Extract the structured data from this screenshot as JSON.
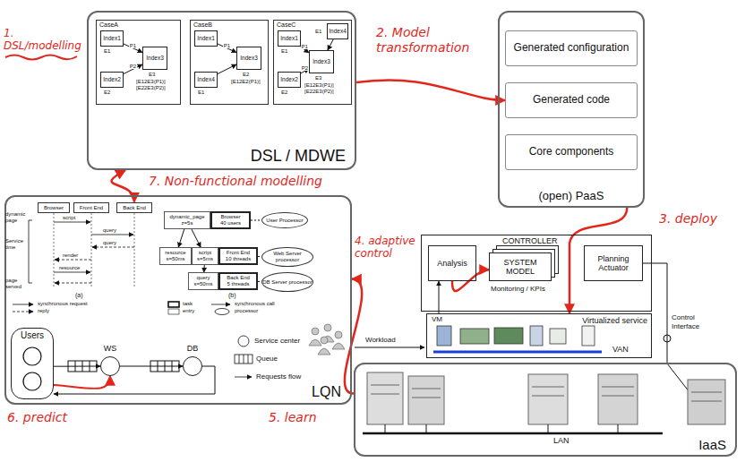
{
  "diagram": {
    "nodes": [
      {
        "text": [
          "DSL / MDWE"
        ]
      },
      {
        "text": [
          "CaseA"
        ],
        "in": 0
      },
      {
        "text": [
          "Index1"
        ],
        "in": 1
      },
      {
        "text": [
          "Index2"
        ],
        "in": 1
      },
      {
        "text": [
          "Index3"
        ],
        "in": 1
      },
      {
        "text": [
          "CaseB"
        ],
        "in": 0
      },
      {
        "text": [
          "Index1"
        ],
        "in": 5
      },
      {
        "text": [
          "Index4"
        ],
        "in": 5
      },
      {
        "text": [
          "Index3"
        ],
        "in": 5
      },
      {
        "text": [
          "CaseC"
        ],
        "in": 0
      },
      {
        "text": [
          "Index1"
        ],
        "in": 9
      },
      {
        "text": [
          "Index2"
        ],
        "in": 9
      },
      {
        "text": [
          "Index3"
        ],
        "in": 9
      },
      {
        "text": [
          "Index4"
        ],
        "in": 9
      },
      {
        "text": [
          "(open) PaaS"
        ]
      },
      {
        "text": [
          "Generated configuration"
        ],
        "in": 14
      },
      {
        "text": [
          "Generated code"
        ],
        "in": 14
      },
      {
        "text": [
          "Core components"
        ],
        "in": 14
      },
      {
        "text": [
          "CONTROLLER"
        ]
      },
      {
        "text": [
          "Analysis"
        ],
        "in": 18
      },
      {
        "text": [
          "SYSTEM MODEL"
        ],
        "in": 18
      },
      {
        "text": [
          "Planning Actuator"
        ],
        "in": 18
      },
      {
        "text": [
          "Virtualized service"
        ]
      },
      {
        "text": [
          "IaaS"
        ]
      },
      {
        "text": [
          "LQN"
        ]
      },
      {
        "text": [
          "Browser"
        ],
        "in": 24
      },
      {
        "text": [
          "Front End"
        ],
        "in": 24
      },
      {
        "text": [
          "Back End"
        ],
        "in": 24
      },
      {
        "text": [
          "dynamic_page",
          "z=5s"
        ],
        "in": 24
      },
      {
        "text": [
          "Browser",
          "40 users"
        ],
        "in": 24
      },
      {
        "text": [
          "User Processor"
        ],
        "in": 24
      },
      {
        "text": [
          "resource",
          "s=50ms"
        ],
        "in": 24
      },
      {
        "text": [
          "script",
          "s=5ms"
        ],
        "in": 24
      },
      {
        "text": [
          "Front End",
          "10 threads"
        ],
        "in": 24
      },
      {
        "text": [
          "Web Server processor"
        ],
        "in": 24
      },
      {
        "text": [
          "query",
          "s=50ms"
        ],
        "in": 24
      },
      {
        "text": [
          "Back End",
          "5 threads"
        ],
        "in": 24
      },
      {
        "text": [
          "DB Server processor"
        ],
        "in": 24
      },
      {
        "text": [
          "Users"
        ],
        "in": 24
      },
      {
        "text": [
          "WS"
        ],
        "in": 24
      },
      {
        "text": [
          "DB"
        ],
        "in": 24
      }
    ],
    "edges": [
      {
        "from": 2,
        "to": 4,
        "label": "P1",
        "arrow": "to"
      },
      {
        "from": 3,
        "to": 4,
        "label": "P2",
        "arrow": "to"
      },
      {
        "from": 6,
        "to": 8,
        "label": "P1",
        "arrow": "to"
      },
      {
        "from": 7,
        "to": 8,
        "arrow": "to"
      },
      {
        "from": 10,
        "to": 12,
        "label": "P1",
        "arrow": "to"
      },
      {
        "from": 11,
        "to": 12,
        "label": "P2",
        "arrow": "to"
      },
      {
        "from": 13,
        "to": 12,
        "arrow": "to"
      },
      {
        "from": 0,
        "to": 16,
        "arrow": "to"
      },
      {
        "from": 14,
        "to": 22,
        "arrow": "to"
      },
      {
        "from": 19,
        "to": 20,
        "arrow": "to"
      },
      {
        "from": 22,
        "to": 19,
        "arrow": "to"
      },
      {
        "from": 21,
        "to": 23,
        "arrow": "none"
      },
      {
        "from": 23,
        "to": 24,
        "arrow": "to"
      },
      {
        "from": 0,
        "to": 27,
        "arrow": "both"
      },
      {
        "from": 28,
        "to": 31,
        "arrow": "to"
      },
      {
        "from": 28,
        "to": 32,
        "arrow": "to"
      },
      {
        "from": 32,
        "to": 35,
        "arrow": "to"
      },
      {
        "from": 29,
        "to": 30,
        "arrow": "none"
      },
      {
        "from": 33,
        "to": 34,
        "arrow": "none"
      },
      {
        "from": 36,
        "to": 37,
        "arrow": "none"
      },
      {
        "from": 38,
        "to": 39,
        "arrow": "to"
      },
      {
        "from": 39,
        "to": 40,
        "arrow": "to"
      },
      {
        "from": 40,
        "to": 38,
        "arrow": "to"
      },
      {
        "from": 38,
        "to": 39,
        "arrow": "to"
      }
    ],
    "labels": [
      "1. DSL/modelling",
      "2. Model transformation",
      "3. deploy",
      "4. adaptive control",
      "5. learn",
      "6. predict",
      "7. Non-functional modelling",
      "E1",
      "E2",
      "E3",
      "[E12E3(P1)]",
      "[E22E3(P2)]",
      "E1",
      "E2",
      "[E12E2(P1)]",
      "E1",
      "E2",
      "E1",
      "E3",
      "[E12E3(P1)]",
      "[E22E3(P2)]",
      "Monitoring / KPIs",
      "VM",
      "VAN",
      "Workload",
      "Control Interface",
      "LAN",
      "dynamic page",
      "script",
      "query",
      "query",
      "render",
      "resource",
      "page served",
      "Service time",
      "(a)",
      "(b)"
    ],
    "legend": [
      {
        "text": "synchronous request"
      },
      {
        "text": "reply"
      },
      {
        "text": "task"
      },
      {
        "text": "entry"
      },
      {
        "text": "synchronous call"
      },
      {
        "text": "processor"
      },
      {
        "text": "Service center"
      },
      {
        "text": "Queue"
      },
      {
        "text": "Requests flow"
      }
    ]
  }
}
